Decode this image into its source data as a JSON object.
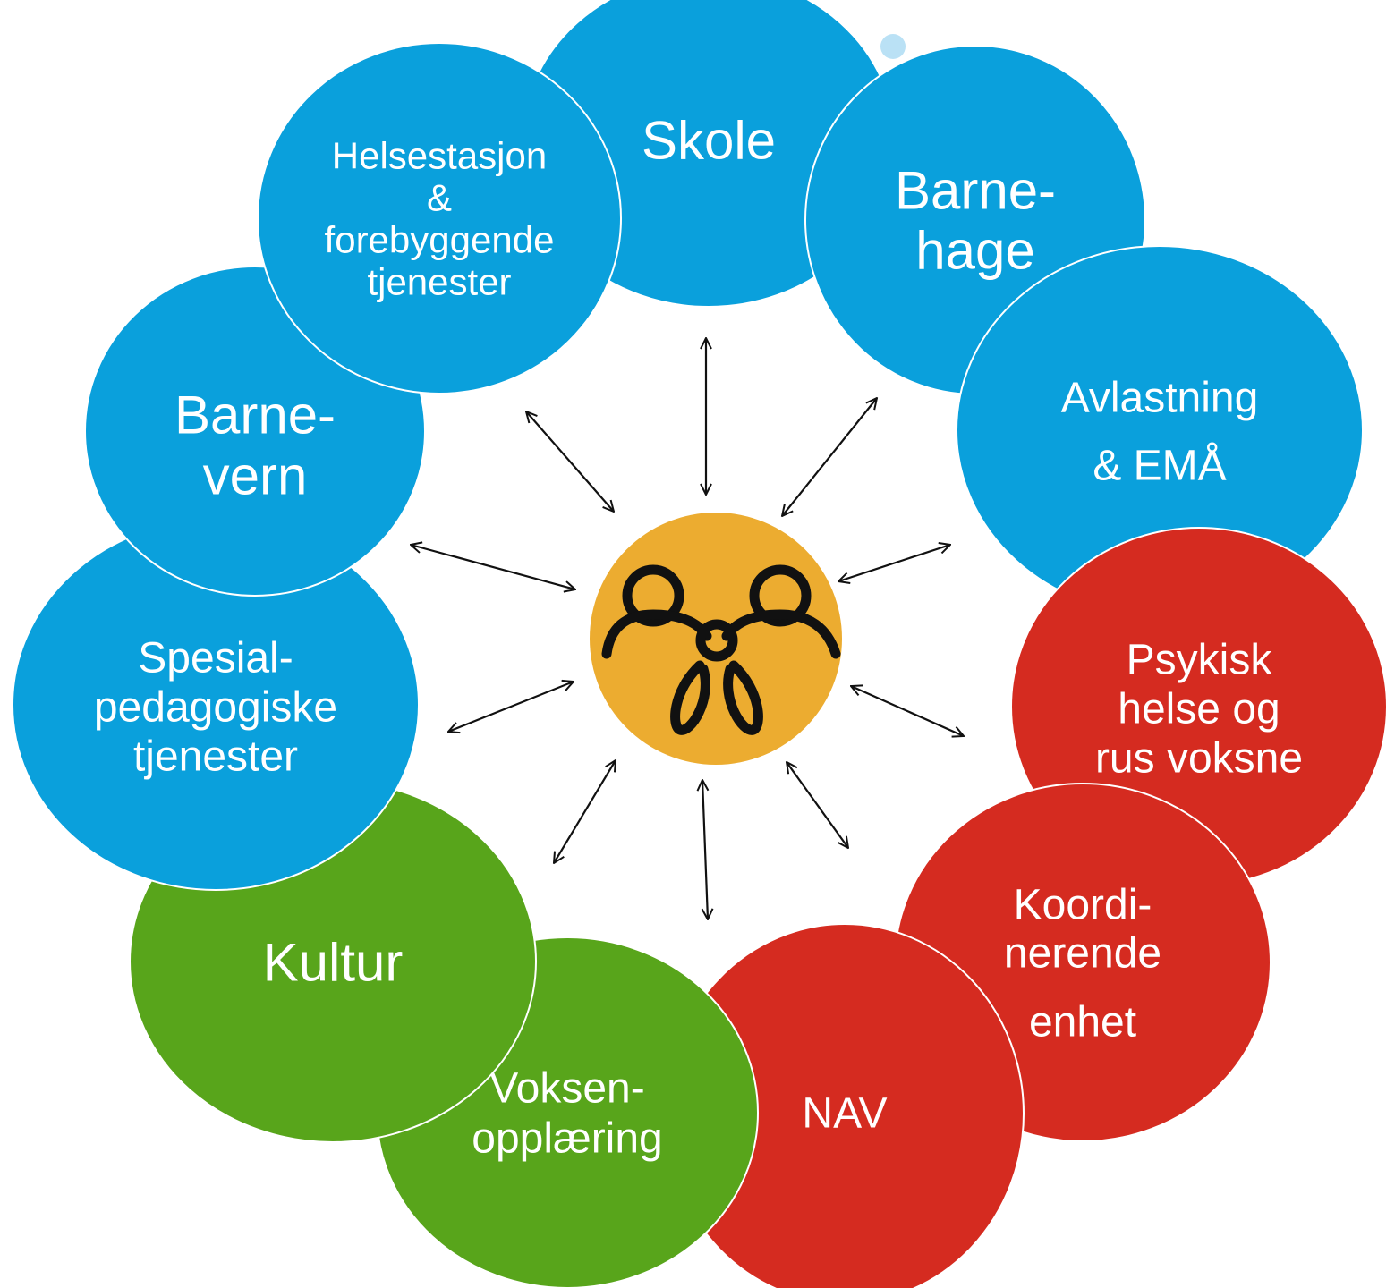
{
  "colors": {
    "blue": "#0aa0dc",
    "red": "#d52b20",
    "green": "#58a51b",
    "center": "#ecac30",
    "center_icon": "#111111",
    "outline": "#ffffff"
  },
  "center": {
    "icon": "family-icon"
  },
  "nodes": [
    {
      "id": "skole",
      "color": "blue",
      "lines": [
        "Skole"
      ]
    },
    {
      "id": "barnehage",
      "color": "blue",
      "lines": [
        "Barne-",
        "hage"
      ]
    },
    {
      "id": "avlastning",
      "color": "blue",
      "lines": [
        "Avlastning",
        "& EMÅ"
      ]
    },
    {
      "id": "psykisk-helse",
      "color": "red",
      "lines": [
        "Psykisk",
        "helse og",
        "rus voksne"
      ]
    },
    {
      "id": "koordinerende-enhet",
      "color": "red",
      "lines": [
        "Koordi-",
        "nerende",
        "enhet"
      ]
    },
    {
      "id": "nav",
      "color": "red",
      "lines": [
        "NAV"
      ]
    },
    {
      "id": "voksenopplaering",
      "color": "green",
      "lines": [
        "Voksen-",
        "opplæring"
      ]
    },
    {
      "id": "kultur",
      "color": "green",
      "lines": [
        "Kultur"
      ]
    },
    {
      "id": "spesialpedagogiske",
      "color": "blue",
      "lines": [
        "Spesial-",
        "pedagogiske",
        "tjenester"
      ]
    },
    {
      "id": "barnevern",
      "color": "blue",
      "lines": [
        "Barne-",
        "vern"
      ]
    },
    {
      "id": "helsestasjon",
      "color": "blue",
      "lines": [
        "Helsestasjon",
        "&",
        "forebyggende",
        "tjenester"
      ]
    }
  ]
}
